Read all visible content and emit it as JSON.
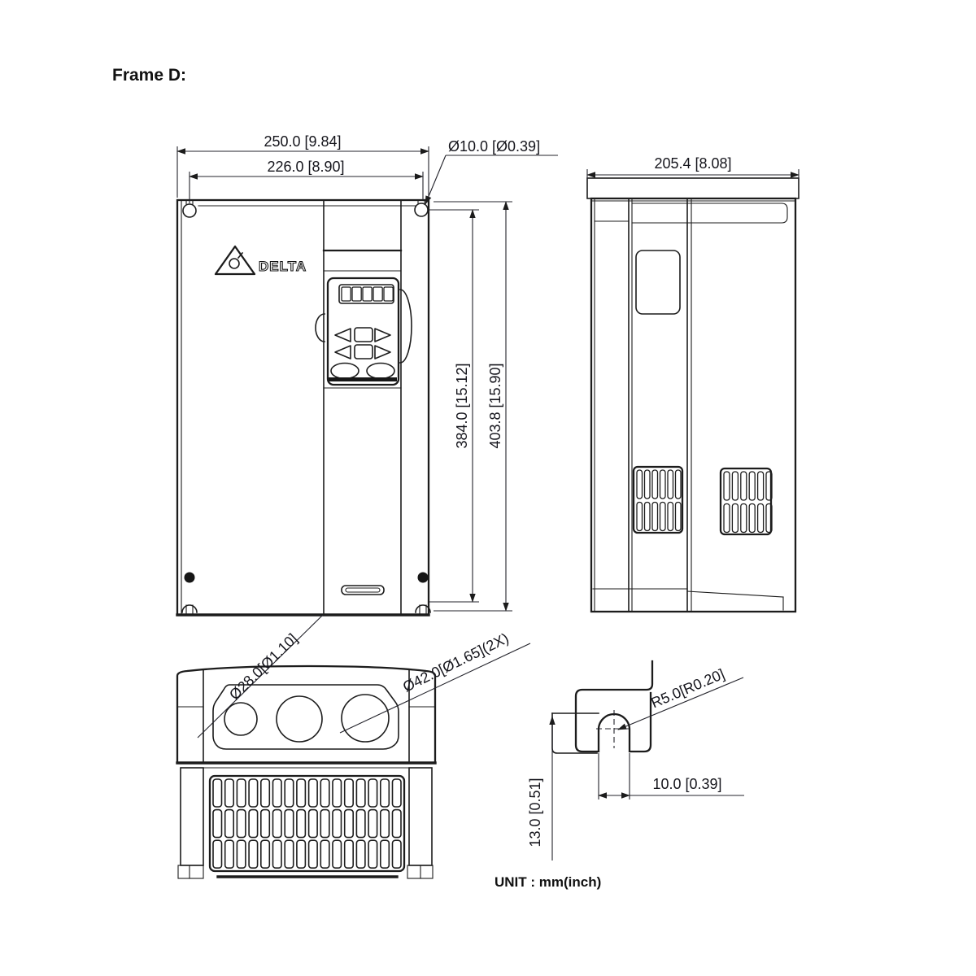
{
  "title": "Frame D:",
  "unit_note": "UNIT : mm(inch)",
  "logo_text": "DELTA",
  "front": {
    "width_overall": "250.0 [9.84]",
    "width_holes": "226.0 [8.90]",
    "hole_dia": "Ø10.0 [Ø0.39]",
    "height_holes": "384.0 [15.12]",
    "height_overall": "403.8 [15.90]"
  },
  "side": {
    "depth": "205.4 [8.08]"
  },
  "bottom": {
    "hole_small": "Ø28.0[Ø1.10]",
    "hole_large": "Ø42.0[Ø1.65](2X)"
  },
  "detail": {
    "radius": "R5.0[R0.20]",
    "slot_width": "10.0 [0.39]",
    "edge_offset": "13.0 [0.51]"
  }
}
